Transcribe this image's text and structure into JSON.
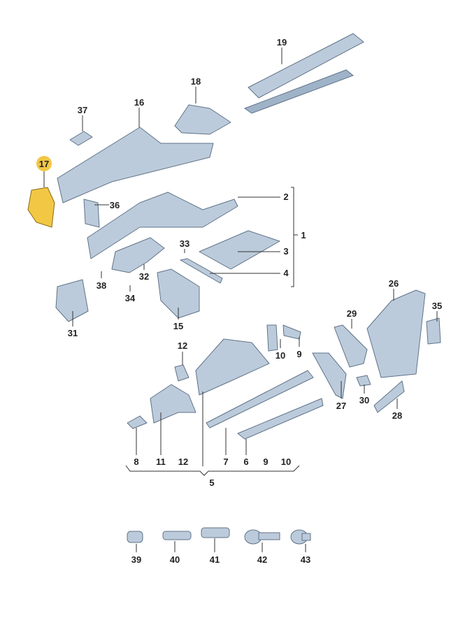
{
  "diagram": {
    "highlight_color": "#f2c744",
    "part_color": "#bccbdb",
    "labels": [
      "19",
      "18",
      "16",
      "37",
      "17",
      "36",
      "2",
      "1",
      "33",
      "3",
      "38",
      "32",
      "34",
      "4",
      "15",
      "31",
      "26",
      "35",
      "29",
      "10",
      "9",
      "12",
      "27",
      "30",
      "28",
      "8",
      "11",
      "12",
      "7",
      "6",
      "9",
      "10",
      "5",
      "39",
      "40",
      "41",
      "42",
      "43"
    ]
  }
}
